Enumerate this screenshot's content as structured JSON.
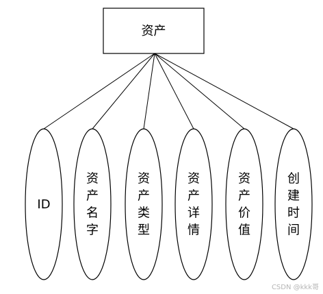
{
  "entity": {
    "label": "资产"
  },
  "attributes": [
    {
      "label": "ID",
      "orientation": "horizontal"
    },
    {
      "label": "资产名字",
      "orientation": "vertical"
    },
    {
      "label": "资产类型",
      "orientation": "vertical"
    },
    {
      "label": "资产详情",
      "orientation": "vertical"
    },
    {
      "label": "资产价值",
      "orientation": "vertical"
    },
    {
      "label": "创建时间",
      "orientation": "vertical"
    }
  ],
  "watermark": "CSDN @kkk哥",
  "colors": {
    "stroke": "#000000",
    "background": "#ffffff",
    "watermark": "#b5b5b5"
  }
}
